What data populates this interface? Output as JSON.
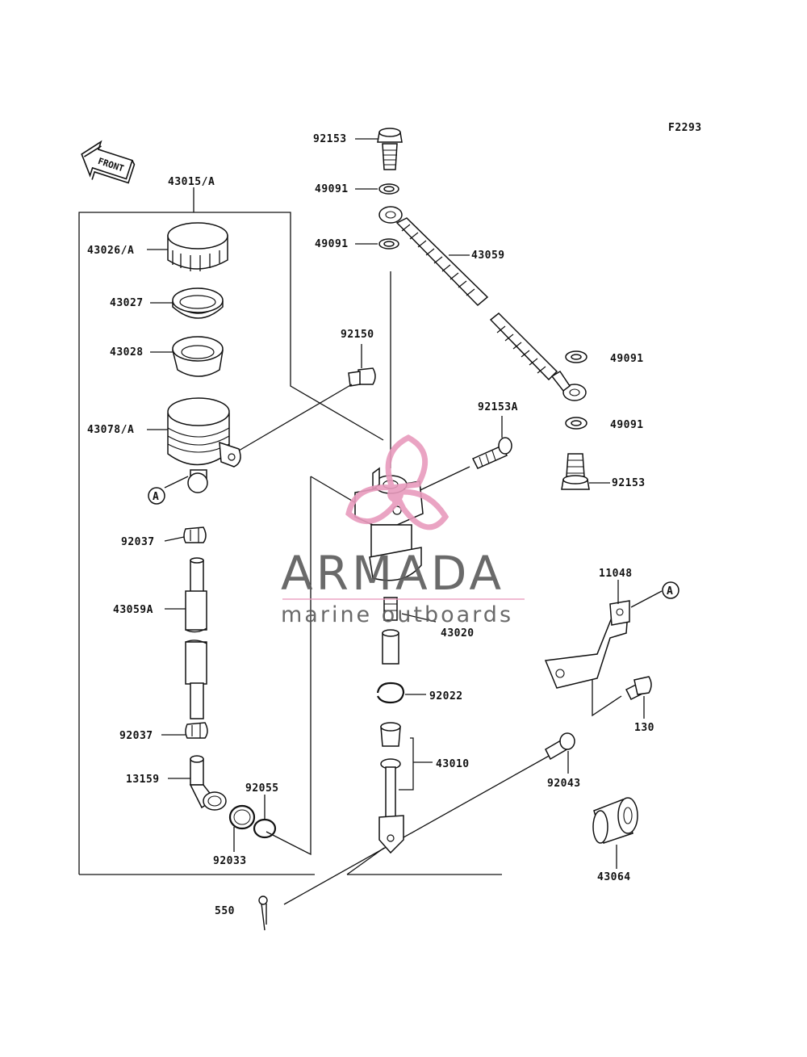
{
  "figure_code": "F2293",
  "front_label": "FRONT",
  "ref_marker": "A",
  "parts": {
    "p43015A": "43015/A",
    "p43026A": "43026/A",
    "p43027": "43027",
    "p43028": "43028",
    "p43078A": "43078/A",
    "p92037_top": "92037",
    "p43059A": "43059A",
    "p92037_bot": "92037",
    "p13159": "13159",
    "p92055": "92055",
    "p92033": "92033",
    "p550": "550",
    "p92153_top": "92153",
    "p49091_1": "49091",
    "p49091_2": "49091",
    "p43059": "43059",
    "p92150": "92150",
    "p92153A": "92153A",
    "p49091_3": "49091",
    "p49091_4": "49091",
    "p92153_bot": "92153",
    "p43020": "43020",
    "p92022": "92022",
    "p43010": "43010",
    "p92043": "92043",
    "p11048": "11048",
    "p130": "130",
    "p43064": "43064"
  },
  "watermark": {
    "brand": "ARMADA",
    "tagline": "marine outboards",
    "colors": {
      "accent": "#e89bbd",
      "text": "#5a5a5a"
    }
  }
}
